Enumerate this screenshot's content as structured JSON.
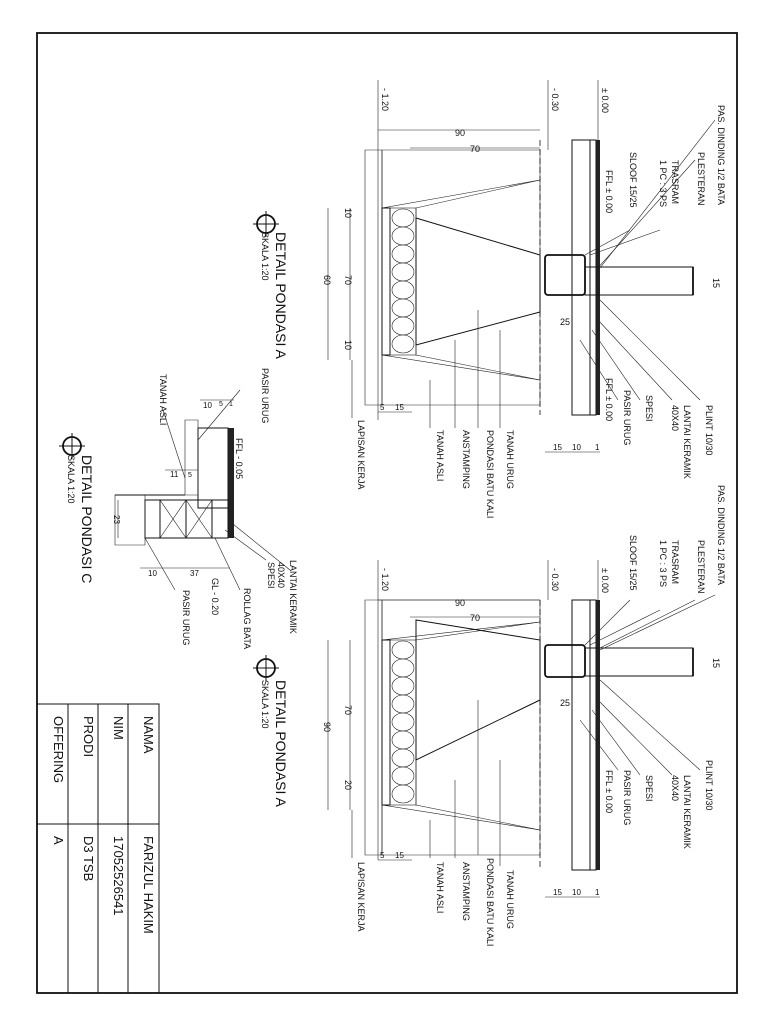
{
  "title_block": {
    "rows": [
      {
        "label": "NAMA",
        "value": "FARIZUL HAKIM"
      },
      {
        "label": "NIM",
        "value": "17052526541"
      },
      {
        "label": "PRODI",
        "value": "D3 TSB"
      },
      {
        "label": "OFFERING",
        "value": "A"
      }
    ]
  },
  "details": {
    "a_top": {
      "title": "DETAIL PONDASI A",
      "scale": "SKALA 1:20"
    },
    "a_bottom": {
      "title": "DETAIL PONDASI A",
      "scale": "SKALA 1:20"
    },
    "c": {
      "title": "DETAIL PONDASI C",
      "scale": "SKALA 1:20"
    }
  },
  "levels": {
    "minus_120": "- 1.20",
    "minus_030": "- 0.30",
    "zero": "± 0.00",
    "ffl": "FFL ± 0.00",
    "ffl_005": "FFL - 0.05",
    "gl_020": "GL - 0.20"
  },
  "dims": {
    "d90": "90",
    "d70": "70",
    "d60": "60",
    "d20": "20",
    "d10": "10",
    "d25": "25",
    "d15": "15",
    "d1": "1",
    "d11": "11",
    "d5": "5",
    "d23": "23",
    "d37": "37"
  },
  "labels": {
    "pas_dinding": "PAS. DINDING 1/2 BATA",
    "plesteran": "PLESTERAN",
    "trasram": "TRASRAM",
    "trasram_mix": "1 PC : 3 PS",
    "sloof": "SLOOF 15/25",
    "plint": "PLINT 10/30",
    "lantai_keramik": "LANTAI KERAMIK",
    "keramik_size": "40X40",
    "spesi": "SPESI",
    "pasir_urug": "PASIR URUG",
    "tanah_urug": "TANAH URUG",
    "pondasi_batu_kali": "PONDASI BATU KALI",
    "anstamping": "ANSTAMPING",
    "tanah_asli": "TANAH ASLI",
    "lapisan_kerja": "LAPISAN KERJA",
    "rollag_bata": "ROLLAG BATA"
  }
}
